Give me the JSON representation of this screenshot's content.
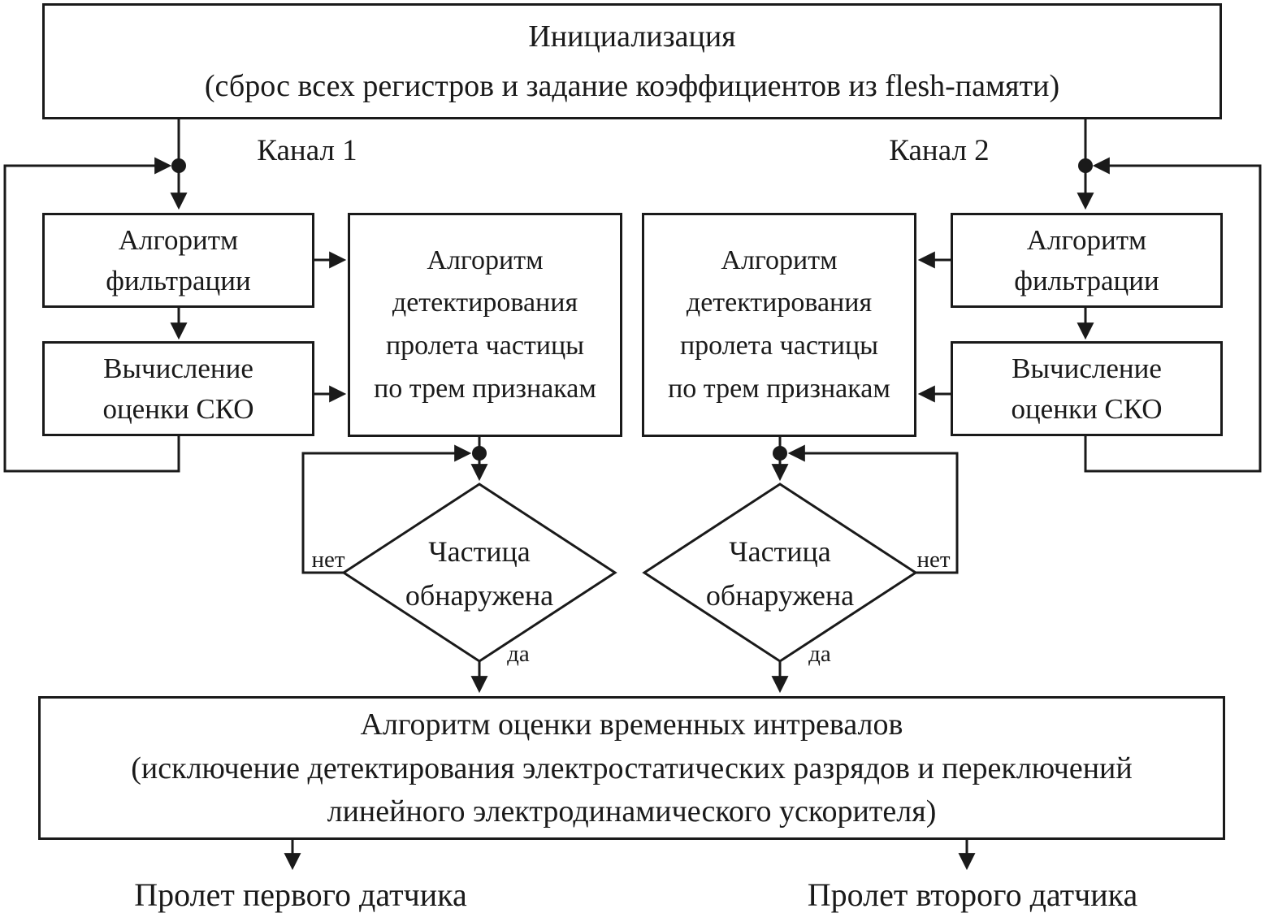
{
  "title_box": {
    "line1": "Инициализация",
    "line2": "(сброс всех регистров и задание коэффициентов из flesh-памяти)"
  },
  "channels": [
    {
      "label": "Канал 1",
      "filter_box": "Алгоритм\nфильтрации",
      "sko_box": "Вычисление\nоценки СКО",
      "detect_box": "Алгоритм\nдетектирования\nпролета частицы\nпо трем признакам",
      "decision": "Частица\nобнаружена",
      "branch_no": "нет",
      "branch_yes": "да",
      "output": "Пролет первого датчика"
    },
    {
      "label": "Канал 2",
      "filter_box": "Алгоритм\nфильтрации",
      "sko_box": "Вычисление\nоценки СКО",
      "detect_box": "Алгоритм\nдетектирования\nпролета частицы\nпо трем признакам",
      "decision": "Частица\nобнаружена",
      "branch_no": "нет",
      "branch_yes": "да",
      "output": "Пролет второго датчика"
    }
  ],
  "interval_box": {
    "line1": "Алгоритм оценки временных интревалов",
    "line2": "(исключение детектирования электростатических разрядов и переключений",
    "line3": "линейного электродинамического ускорителя)"
  },
  "colors": {
    "stroke": "#1a1a1a",
    "background": "#ffffff"
  }
}
